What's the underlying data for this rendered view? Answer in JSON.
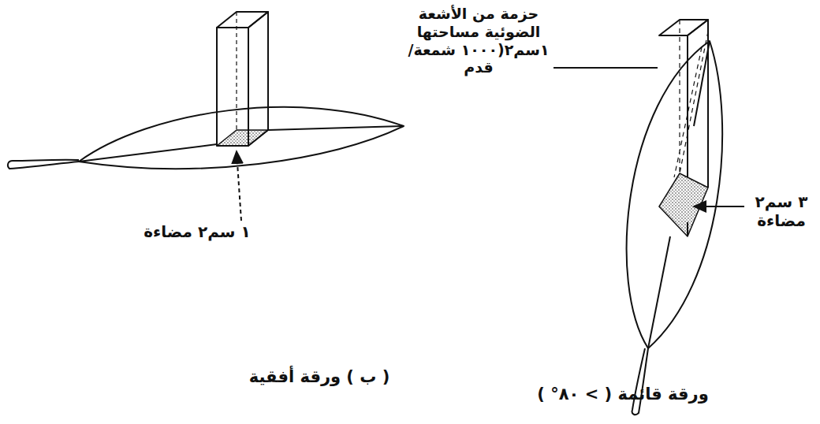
{
  "diagram": {
    "labels": [
      "حزمة من الأشعة الضوئية مساحتها ١سم٢(١٠٠٠ شمعة/ قدم",
      "١ سم٢ مضاءة",
      "٣ سم٢ مضاءة",
      "( ب ) ورقة أفقية",
      "ورقة قائمة ( > ٨٠° )"
    ]
  }
}
